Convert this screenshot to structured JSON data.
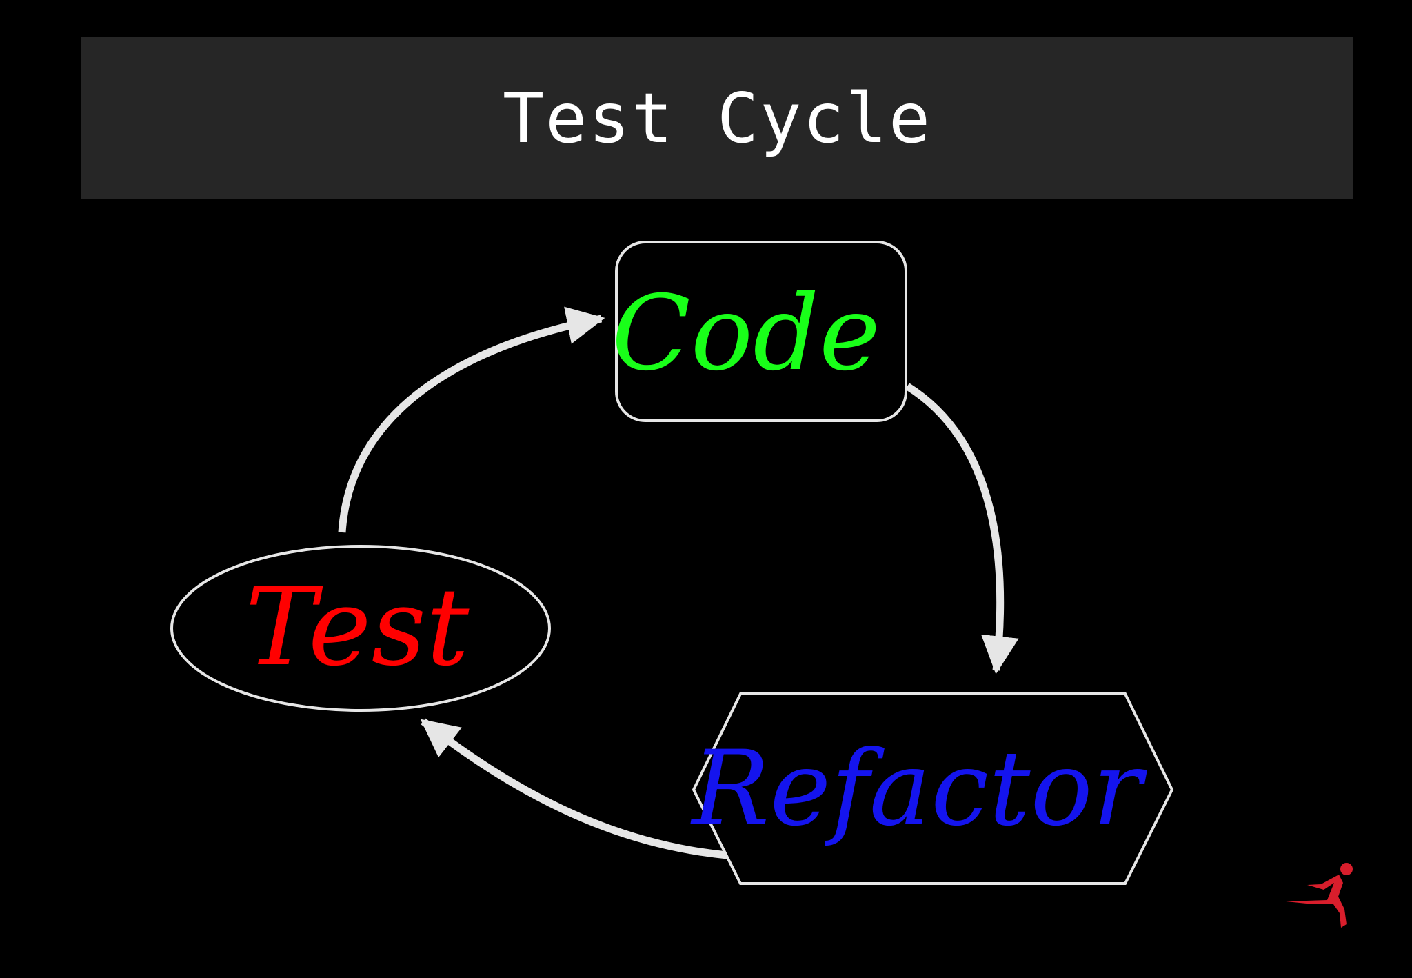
{
  "title": "Test Cycle",
  "nodes": {
    "code": {
      "label": "Code",
      "color": "#19ff19"
    },
    "refactor": {
      "label": "Refactor",
      "color": "#1414ee"
    },
    "test": {
      "label": "Test",
      "color": "#ff0000"
    }
  },
  "colors": {
    "background": "#000000",
    "title_bar": "#262626",
    "outline": "#e6e6e6",
    "logo": "#d81e2c"
  },
  "logo": {
    "icon": "running-figure-icon"
  }
}
